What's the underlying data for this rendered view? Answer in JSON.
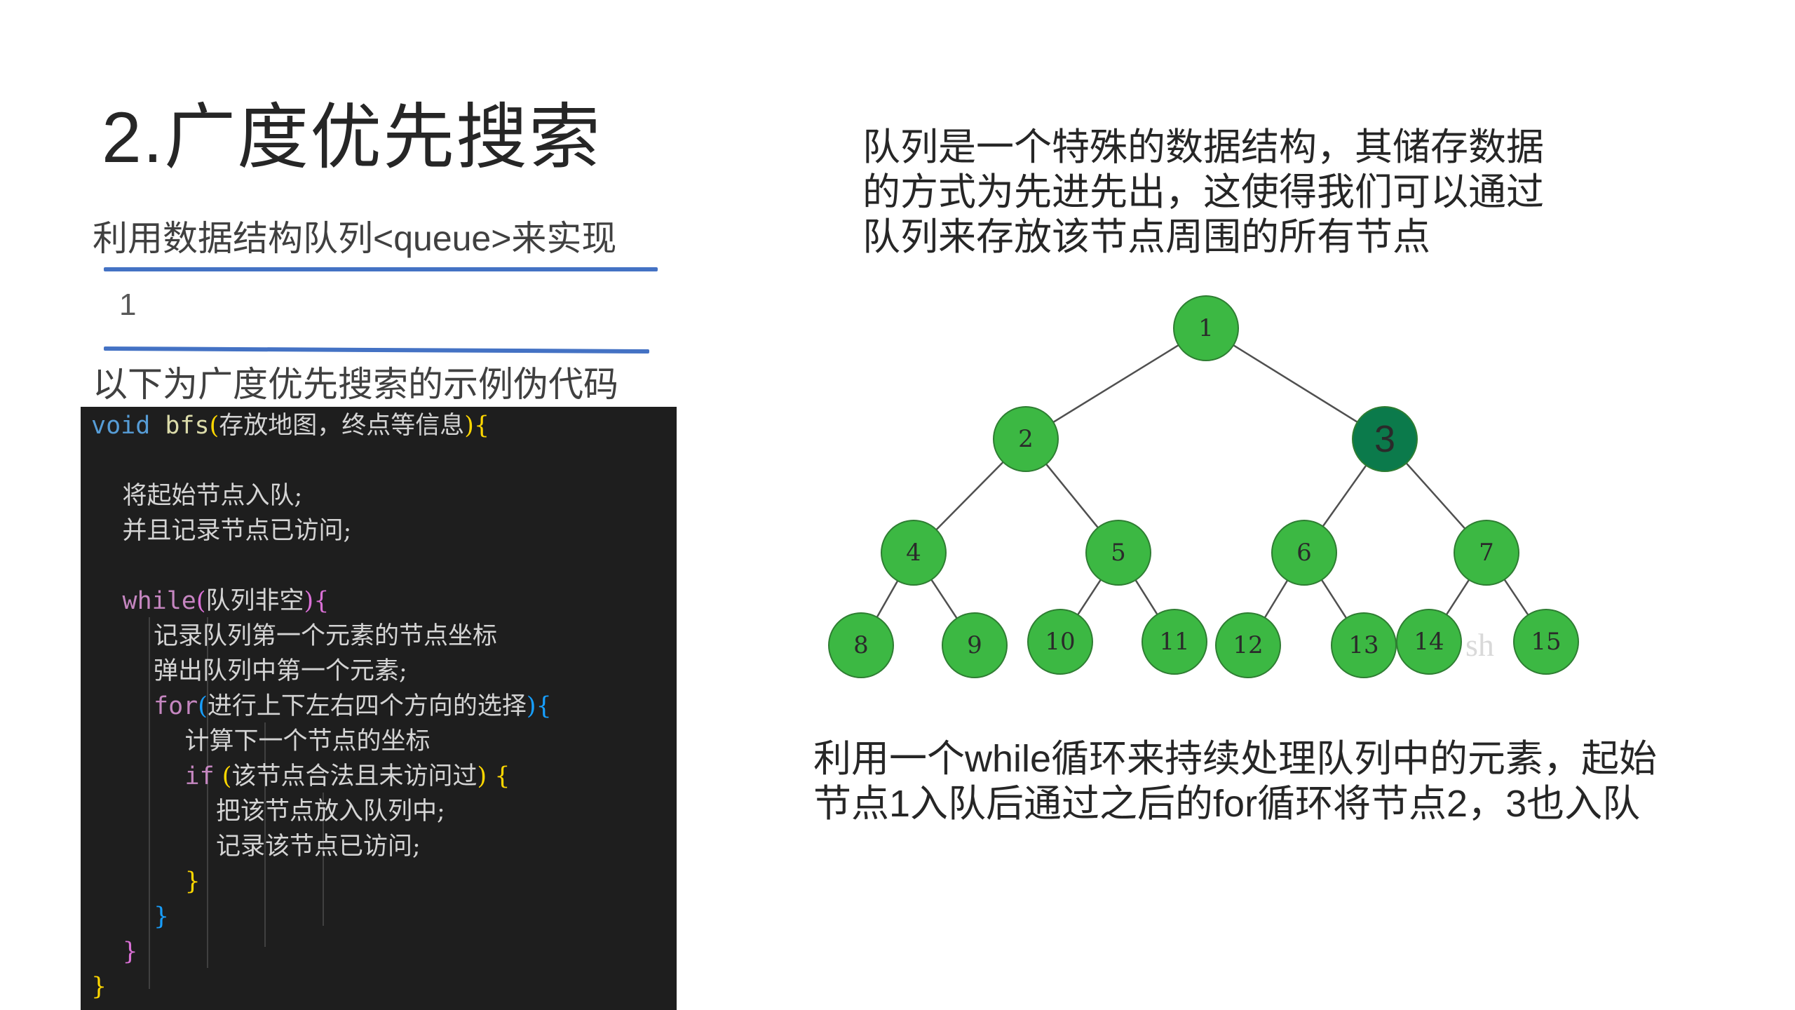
{
  "slide": {
    "title": "2.广度优先搜索",
    "subtitle": "利用数据结构队列<queue>来实现",
    "field_value": "1",
    "caption": "以下为广度优先搜索的示例伪代码"
  },
  "code": {
    "lines": [
      {
        "tokens": [
          {
            "t": "void ",
            "c": "kw-blue"
          },
          {
            "t": "bfs",
            "c": "fn"
          },
          {
            "t": "(",
            "c": "b-gold"
          },
          {
            "t": "存放地图，终点等信息",
            "c": ""
          },
          {
            "t": "){",
            "c": "b-gold"
          }
        ]
      },
      {
        "tokens": []
      },
      {
        "tokens": [
          {
            "t": "    将起始节点入队;",
            "c": ""
          }
        ]
      },
      {
        "tokens": [
          {
            "t": "    并且记录节点已访问;",
            "c": ""
          }
        ]
      },
      {
        "tokens": []
      },
      {
        "tokens": [
          {
            "t": "    ",
            "c": ""
          },
          {
            "t": "while",
            "c": "kw-purple"
          },
          {
            "t": "(",
            "c": "b-purple"
          },
          {
            "t": "队列非空",
            "c": ""
          },
          {
            "t": "){",
            "c": "b-purple"
          }
        ]
      },
      {
        "tokens": [
          {
            "t": "        记录队列第一个元素的节点坐标",
            "c": ""
          }
        ]
      },
      {
        "tokens": [
          {
            "t": "        弹出队列中第一个元素;",
            "c": ""
          }
        ]
      },
      {
        "tokens": [
          {
            "t": "        ",
            "c": ""
          },
          {
            "t": "for",
            "c": "kw-purple"
          },
          {
            "t": "(",
            "c": "b-blue"
          },
          {
            "t": "进行上下左右四个方向的选择",
            "c": ""
          },
          {
            "t": "){",
            "c": "b-blue"
          }
        ]
      },
      {
        "tokens": [
          {
            "t": "            计算下一个节点的坐标",
            "c": ""
          }
        ]
      },
      {
        "tokens": [
          {
            "t": "            ",
            "c": ""
          },
          {
            "t": "if",
            "c": "kw-purple"
          },
          {
            "t": " (",
            "c": "b-gold"
          },
          {
            "t": "该节点合法且未访问过",
            "c": ""
          },
          {
            "t": ") {",
            "c": "b-gold"
          }
        ]
      },
      {
        "tokens": [
          {
            "t": "                把该节点放入队列中;",
            "c": ""
          }
        ]
      },
      {
        "tokens": [
          {
            "t": "                记录该节点已访问;",
            "c": ""
          }
        ]
      },
      {
        "tokens": [
          {
            "t": "            }",
            "c": "b-gold"
          }
        ]
      },
      {
        "tokens": [
          {
            "t": "        }",
            "c": "b-blue"
          }
        ]
      },
      {
        "tokens": [
          {
            "t": "    }",
            "c": "b-purple"
          }
        ]
      },
      {
        "tokens": [
          {
            "t": "}",
            "c": "b-gold"
          }
        ]
      }
    ]
  },
  "description": {
    "top_lines": [
      "队列是一个特殊的数据结构，其储存数据",
      "的方式为先进先出，这使得我们可以通过",
      "队列来存放该节点周围的所有节点"
    ],
    "bottom_lines": [
      "利用一个while循环来持续处理队列中的元素，起始",
      "节点1入队后通过之后的for循环将节点2，3也入队"
    ]
  },
  "tree": {
    "node_color": "#3cb843",
    "highlight_color": "#0b7a4b",
    "edge_color": "#505050",
    "watermark": "sh",
    "nodes": [
      {
        "id": 1,
        "label": "1",
        "parent": null,
        "highlight": false
      },
      {
        "id": 2,
        "label": "2",
        "parent": 1,
        "highlight": false
      },
      {
        "id": 3,
        "label": "3",
        "parent": 1,
        "highlight": true
      },
      {
        "id": 4,
        "label": "4",
        "parent": 2,
        "highlight": false
      },
      {
        "id": 5,
        "label": "5",
        "parent": 2,
        "highlight": false
      },
      {
        "id": 6,
        "label": "6",
        "parent": 3,
        "highlight": false
      },
      {
        "id": 7,
        "label": "7",
        "parent": 3,
        "highlight": false
      },
      {
        "id": 8,
        "label": "8",
        "parent": 4,
        "highlight": false
      },
      {
        "id": 9,
        "label": "9",
        "parent": 4,
        "highlight": false
      },
      {
        "id": 10,
        "label": "10",
        "parent": 5,
        "highlight": false
      },
      {
        "id": 11,
        "label": "11",
        "parent": 5,
        "highlight": false
      },
      {
        "id": 12,
        "label": "12",
        "parent": 6,
        "highlight": false
      },
      {
        "id": 13,
        "label": "13",
        "parent": 6,
        "highlight": false
      },
      {
        "id": 14,
        "label": "14",
        "parent": 7,
        "highlight": false
      },
      {
        "id": 15,
        "label": "15",
        "parent": 7,
        "highlight": false
      }
    ]
  }
}
